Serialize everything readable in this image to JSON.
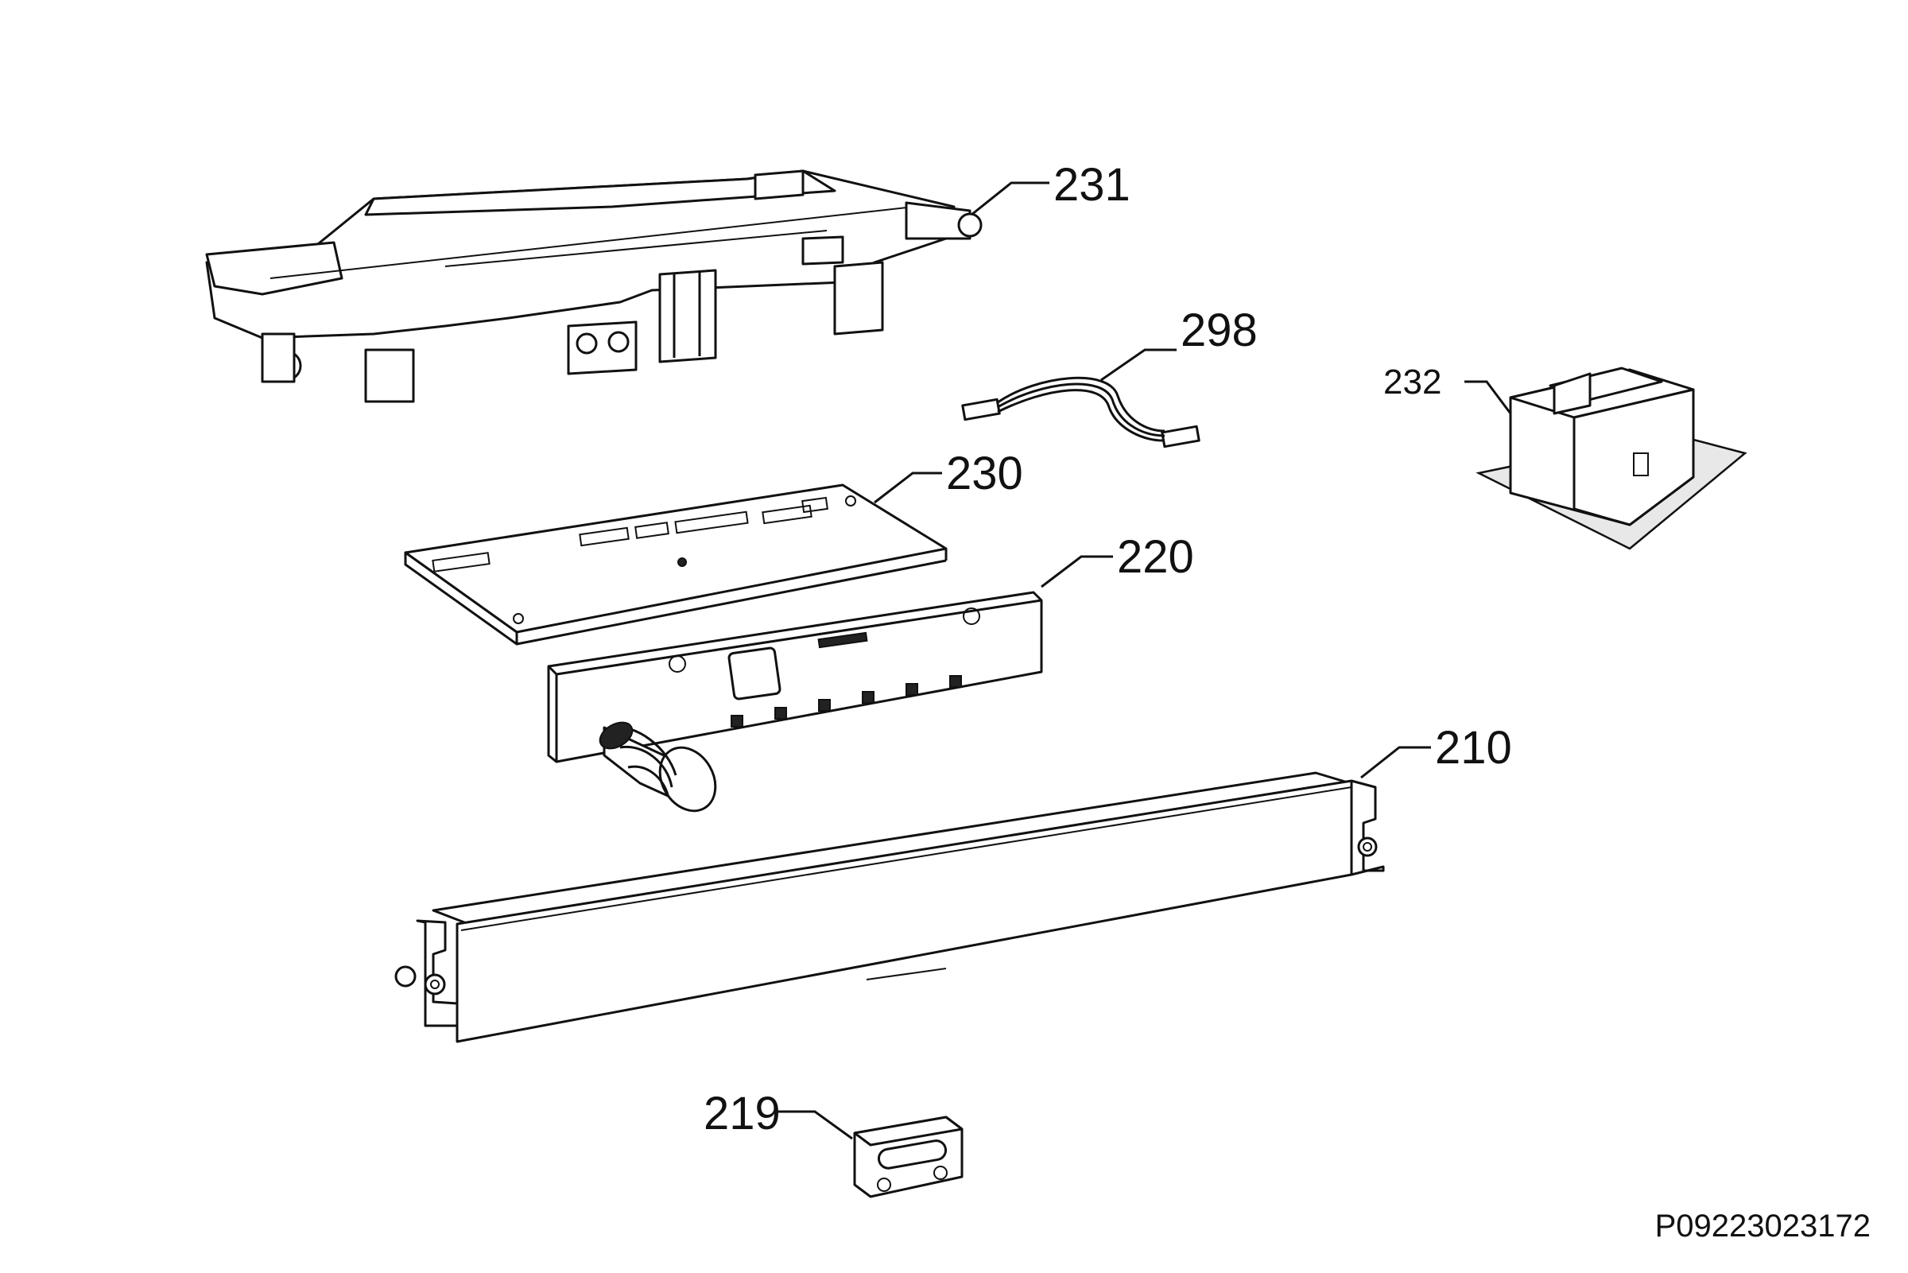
{
  "colors": {
    "line": "#111111",
    "background": "#ffffff",
    "shade": "#e8e8e8"
  },
  "callouts": [
    {
      "id": "231",
      "label": "231"
    },
    {
      "id": "298",
      "label": "298"
    },
    {
      "id": "232",
      "label": "232"
    },
    {
      "id": "230",
      "label": "230"
    },
    {
      "id": "220",
      "label": "220"
    },
    {
      "id": "210",
      "label": "210"
    },
    {
      "id": "219",
      "label": "219"
    }
  ],
  "drawing_code": "P09223023172"
}
